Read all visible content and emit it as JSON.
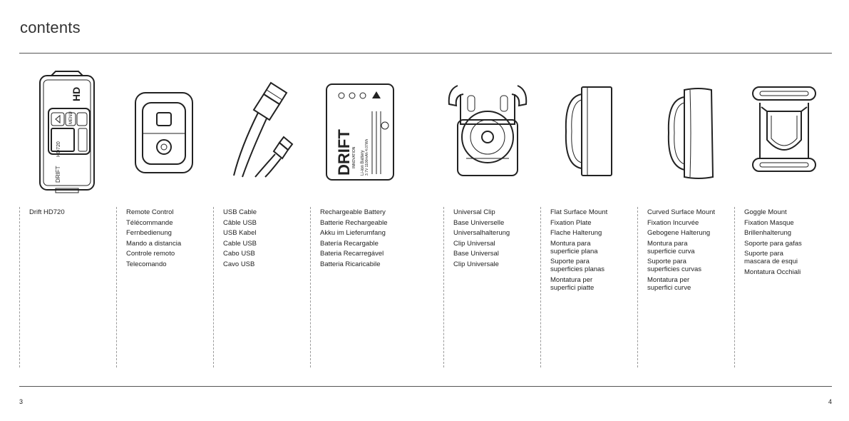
{
  "page": {
    "title": "contents",
    "page_left": "3",
    "page_right": "4"
  },
  "items": [
    {
      "lines": [
        "Drift HD720"
      ]
    },
    {
      "lines": [
        "Remote Control",
        "Télécommande",
        "Fernbedienung",
        "Mando a distancia",
        "Controle remoto",
        "Telecomando"
      ]
    },
    {
      "lines": [
        "USB Cable",
        "Câble USB",
        "USB Kabel",
        "Cable USB",
        "Cabo USB",
        "Cavo USB"
      ]
    },
    {
      "lines": [
        "Rechargeable Battery",
        "Batterie Rechargeable",
        "Akku im Lieferumfang",
        "Batería Recargable",
        "Bateria Recarregável",
        "Batteria Ricaricabile"
      ]
    },
    {
      "lines": [
        "Universal Clip",
        "Base Universelle",
        "Universalhalterung",
        "Clip Universal",
        "Base Universal",
        "Clip Universale"
      ]
    },
    {
      "lines": [
        "Flat Surface Mount",
        "Fixation Plate",
        "Flache Halterung",
        "Montura para\nsuperficie plana",
        "Suporte para\nsuperficies planas",
        "Montatura per\nsuperfici piatte"
      ]
    },
    {
      "lines": [
        "Curved Surface Mount",
        "Fixation Incurvée",
        "Gebogene Halterung",
        "Montura para\nsuperficie curva",
        "Suporte para\nsuperficies curvas",
        "Montatura per\nsuperfici curve"
      ]
    },
    {
      "lines": [
        "Goggle Mount",
        "Fixation Masque",
        "Brillenhalterung",
        "Soporte para gafas",
        "Suporte para\nmascara de esqui",
        "Montatura Occhiali"
      ]
    }
  ],
  "battery_label": {
    "brand": "DRIFT",
    "sub": "INNOVATION",
    "type": "Li-ion Battery",
    "spec": "3.7V 1100mAh 4.07Wh"
  },
  "camera_label": {
    "brand": "DRIFT",
    "model": "HD720",
    "logo": "HD",
    "menu": "MENU"
  }
}
